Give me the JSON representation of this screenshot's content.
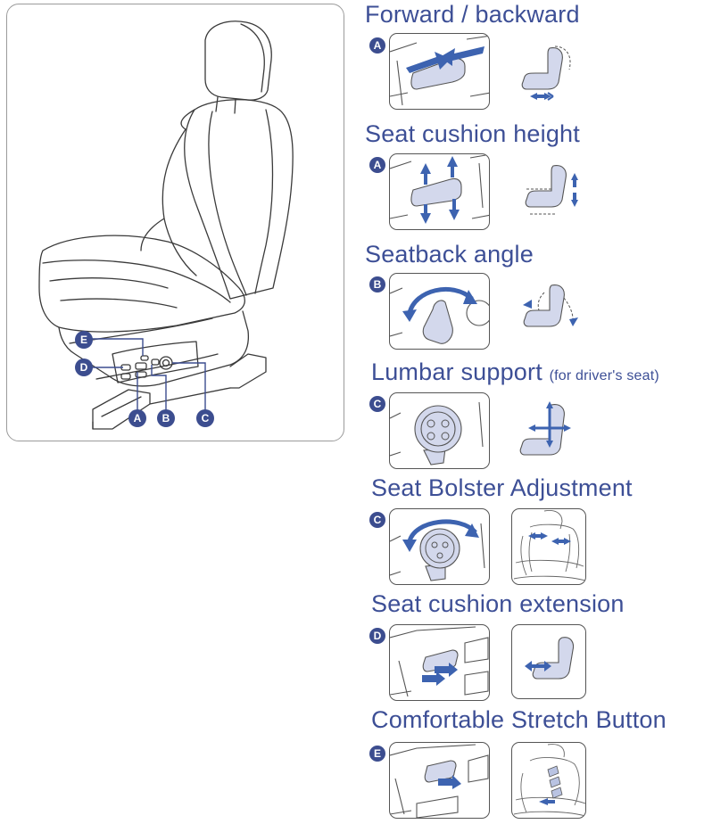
{
  "seat_callouts": [
    "E",
    "D",
    "A",
    "B",
    "C"
  ],
  "sections": [
    {
      "title": "Forward / backward",
      "note": "",
      "badge": "A"
    },
    {
      "title": "Seat cushion height",
      "note": "",
      "badge": "A"
    },
    {
      "title": "Seatback angle",
      "note": "",
      "badge": "B"
    },
    {
      "title": "Lumbar support",
      "note": "(for driver's seat)",
      "badge": "C"
    },
    {
      "title": "Seat Bolster Adjustment",
      "note": "",
      "badge": "C"
    },
    {
      "title": "Seat cushion extension",
      "note": "",
      "badge": "D"
    },
    {
      "title": "Comfortable Stretch Button",
      "note": "",
      "badge": "E"
    }
  ],
  "colors": {
    "accent": "#3d4f96",
    "arrow": "#3d63b0",
    "seat_fill": "#d3d8ec",
    "outline": "#555555"
  }
}
